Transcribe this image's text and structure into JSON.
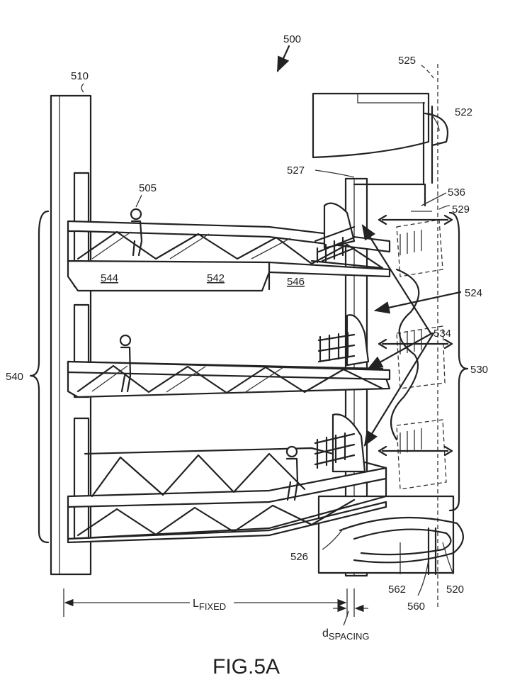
{
  "figure": {
    "caption": "FIG.5A"
  },
  "labels": {
    "r500": "500",
    "r505": "505",
    "r510": "510",
    "r520": "520",
    "r522": "522",
    "r524": "524",
    "r525": "525",
    "r526": "526",
    "r527": "527",
    "r529": "529",
    "r530": "530",
    "r534": "534",
    "r536": "536",
    "r540": "540",
    "r542": "542",
    "r544": "544",
    "r546": "546",
    "r560": "560",
    "r562": "562"
  },
  "dimensions": {
    "l_main": "L",
    "l_sub": "FIXED",
    "d_main": "d",
    "d_sub": "SPACING"
  }
}
